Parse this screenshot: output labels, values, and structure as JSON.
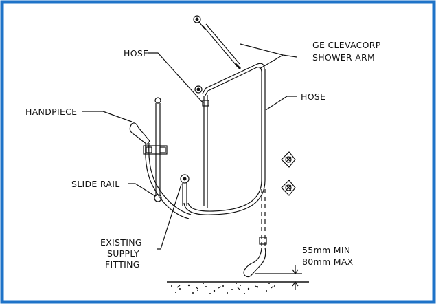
{
  "diagram": {
    "frame_color": "#1e73c8",
    "labels": {
      "shower_arm_line1": "GE CLEVACORP",
      "shower_arm_line2": "SHOWER ARM",
      "hose_left": "HOSE",
      "hose_right": "HOSE",
      "handpiece": "HANDPIECE",
      "slide_rail": "SLIDE RAIL",
      "supply_line1": "EXISTING",
      "supply_line2": "SUPPLY",
      "supply_line3": "FITTING",
      "dim_line1": "55mm MIN",
      "dim_line2": "80mm MAX"
    }
  }
}
